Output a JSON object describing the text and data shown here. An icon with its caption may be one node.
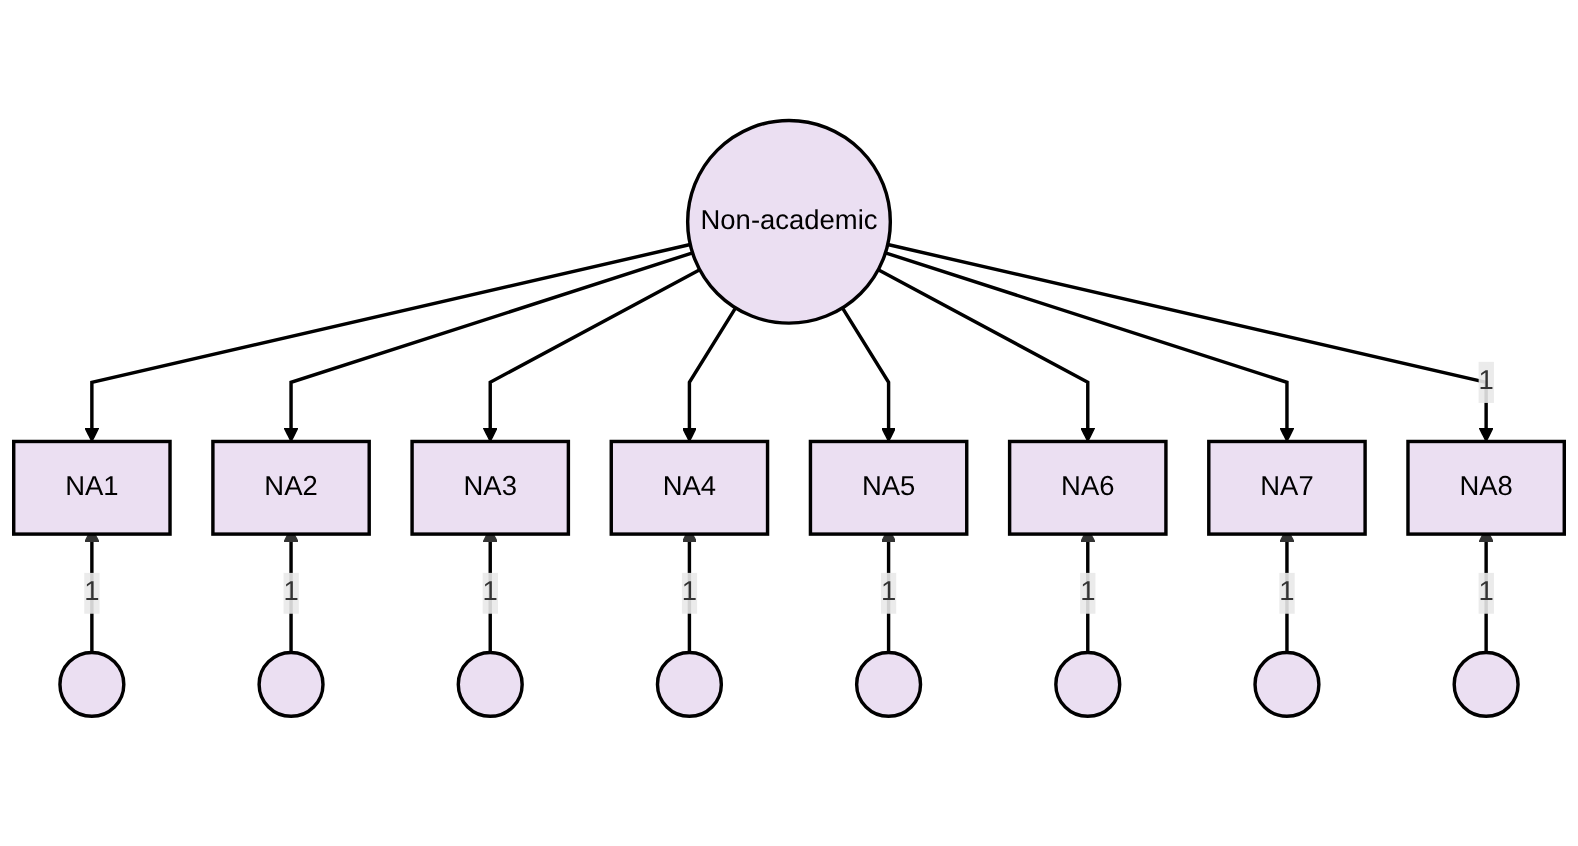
{
  "diagram": {
    "nodes": [
      {
        "text": [
          "Non-academic"
        ]
      },
      {
        "text": [
          "NA1"
        ]
      },
      {
        "text": [
          "NA2"
        ]
      },
      {
        "text": [
          "NA3"
        ]
      },
      {
        "text": [
          "NA4"
        ]
      },
      {
        "text": [
          "NA5"
        ]
      },
      {
        "text": [
          "NA6"
        ]
      },
      {
        "text": [
          "NA7"
        ]
      },
      {
        "text": [
          "NA8"
        ]
      },
      {
        "text": [],
        "shape": "circle"
      },
      {
        "text": [],
        "shape": "circle"
      },
      {
        "text": [],
        "shape": "circle"
      },
      {
        "text": [],
        "shape": "circle"
      },
      {
        "text": [],
        "shape": "circle"
      },
      {
        "text": [],
        "shape": "circle"
      },
      {
        "text": [],
        "shape": "circle"
      },
      {
        "text": [],
        "shape": "circle"
      }
    ],
    "edges": [
      {
        "from": 0,
        "to": 1,
        "arrow": "to"
      },
      {
        "from": 0,
        "to": 2,
        "arrow": "to"
      },
      {
        "from": 0,
        "to": 3,
        "arrow": "to"
      },
      {
        "from": 0,
        "to": 4,
        "arrow": "to"
      },
      {
        "from": 0,
        "to": 5,
        "arrow": "to"
      },
      {
        "from": 0,
        "to": 6,
        "arrow": "to"
      },
      {
        "from": 0,
        "to": 7,
        "arrow": "to"
      },
      {
        "from": 0,
        "to": 8,
        "arrow": "to",
        "label": "1"
      },
      {
        "from": 9,
        "to": 1,
        "arrow": "to",
        "label": "1"
      },
      {
        "from": 10,
        "to": 2,
        "arrow": "to",
        "label": "1"
      },
      {
        "from": 11,
        "to": 3,
        "arrow": "to",
        "label": "1"
      },
      {
        "from": 12,
        "to": 4,
        "arrow": "to",
        "label": "1"
      },
      {
        "from": 13,
        "to": 5,
        "arrow": "to",
        "label": "1"
      },
      {
        "from": 14,
        "to": 6,
        "arrow": "to",
        "label": "1"
      },
      {
        "from": 15,
        "to": 7,
        "arrow": "to",
        "label": "1"
      },
      {
        "from": 16,
        "to": 8,
        "arrow": "to",
        "label": "1"
      }
    ]
  }
}
